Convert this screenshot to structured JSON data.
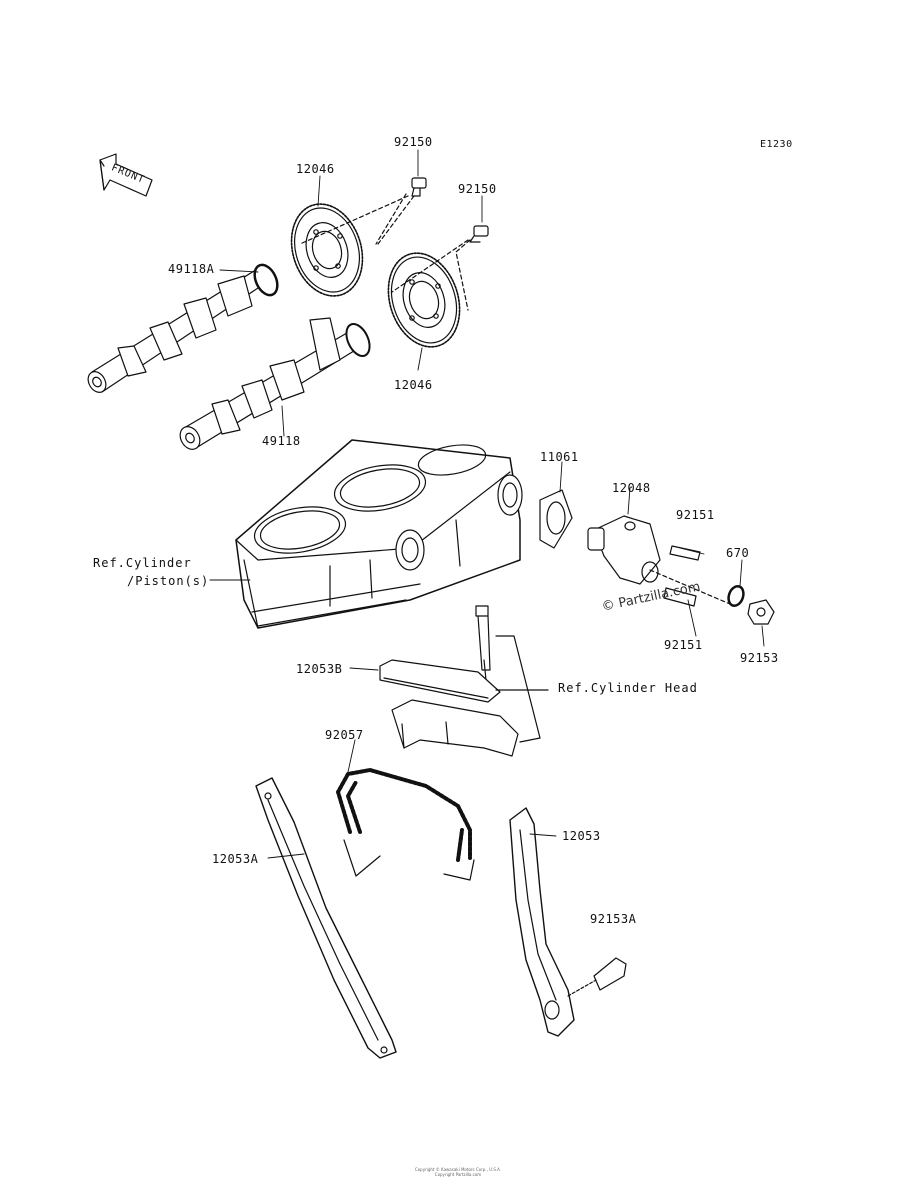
{
  "diagram_id": "E1230",
  "front_label": "FRONT",
  "watermark": "© Partzilla.com",
  "footer": [
    "Copyright © Kawasaki Motors Corp., U.S.A.",
    "Copyright Partzilla.com"
  ],
  "parts": {
    "p92150_a": "92150",
    "p92150_b": "92150",
    "p12046_top": "12046",
    "p12046_bottom": "12046",
    "p49118A": "49118A",
    "p49118": "49118",
    "p11061": "11061",
    "p12048": "12048",
    "p92151_top": "92151",
    "p670": "670",
    "p92151_bottom": "92151",
    "p92153": "92153",
    "p12053B": "12053B",
    "p92057": "92057",
    "p12053A": "12053A",
    "p12053": "12053",
    "p92153A": "92153A"
  },
  "refs": {
    "cylinder_line1": "Ref.Cylinder",
    "cylinder_line2": "/Piston(s)",
    "cylinder_head": "Ref.Cylinder Head"
  }
}
